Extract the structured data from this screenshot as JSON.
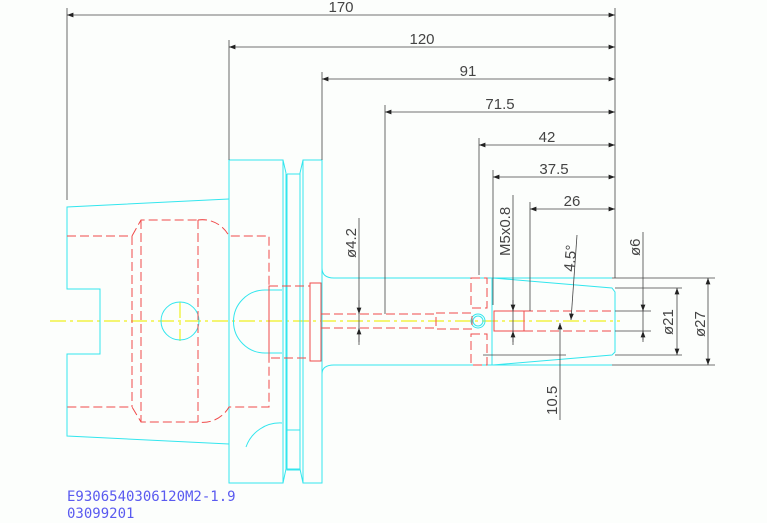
{
  "drawing": {
    "dimensions": {
      "overall_length": "170",
      "flange_to_tip": "120",
      "shank_length": "91",
      "bore_depth": "71.5",
      "d42": "42",
      "d37_5": "37.5",
      "d26": "26",
      "bore_dia": "ø4.2",
      "thread": "M5x0.8",
      "taper_angle": "4.5°",
      "dia_6": "ø6",
      "dia_21": "ø21",
      "dia_27": "ø27",
      "offset": "10.5"
    },
    "part_number": "E9306540306120M2-1.9",
    "drawing_number": "03099201"
  }
}
